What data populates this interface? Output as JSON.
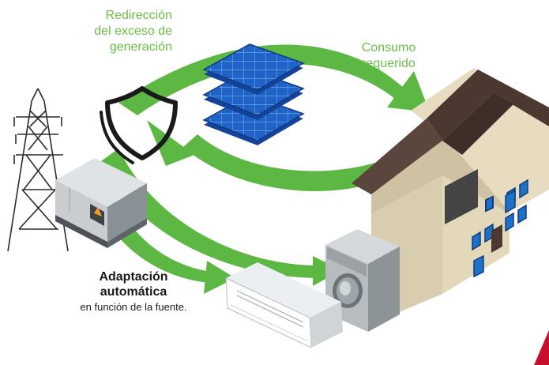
{
  "labels": {
    "redireccion": [
      "Redirección",
      "del exceso de",
      "generación"
    ],
    "consumo": [
      "Consumo",
      "requerido"
    ],
    "adaptacion_title": [
      "Adaptación",
      "automática"
    ],
    "adaptacion_sub": "en función de la fuente."
  },
  "colors": {
    "label_green": "#6cbd45",
    "arrow_green": "#5cb843",
    "panel_blue": "#1f63c6",
    "house_wall": "#ddd0b0",
    "roof": "#4d3b33",
    "accent": "#c8102e"
  },
  "icons": [
    "power-tower-icon",
    "shield-icon",
    "solar-panels-icon",
    "inverter-icon",
    "house-icon",
    "washing-machine-icon",
    "air-conditioner-icon"
  ]
}
